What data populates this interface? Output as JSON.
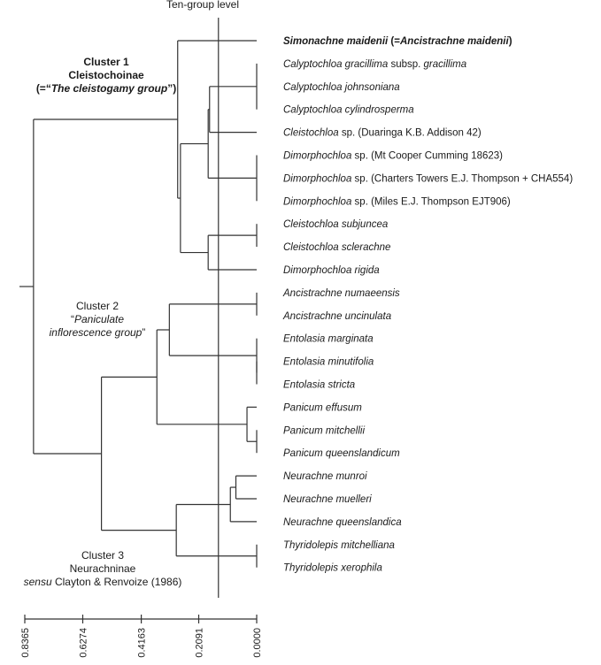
{
  "title": "Ten-group level",
  "clusters": [
    {
      "lines": [
        [
          {
            "text": "Cluster 1",
            "bold": true
          }
        ],
        [
          {
            "text": "Cleistochoinae",
            "bold": true
          }
        ],
        [
          {
            "text": "(=“",
            "bold": true
          },
          {
            "text": "The cleistogamy group",
            "bold": true,
            "italic": true
          },
          {
            "text": "”)",
            "bold": true
          }
        ]
      ]
    },
    {
      "lines": [
        [
          {
            "text": "Cluster 2"
          }
        ],
        [
          {
            "text": "“"
          },
          {
            "text": "Paniculate",
            "italic": true
          }
        ],
        [
          {
            "text": "inflorescence group",
            "italic": true
          },
          {
            "text": "”"
          }
        ]
      ]
    },
    {
      "lines": [
        [
          {
            "text": "Cluster 3"
          }
        ],
        [
          {
            "text": "Neurachninae"
          }
        ],
        [
          {
            "text": "sensu",
            "italic": true
          },
          {
            "text": " Clayton & Renvoize (1986)"
          }
        ]
      ]
    }
  ],
  "taxa": [
    [
      {
        "text": "Simonachne maidenii",
        "italic": true,
        "bold": true
      },
      {
        "text": " (=",
        "bold": true
      },
      {
        "text": "Ancistrachne maidenii",
        "italic": true,
        "bold": true
      },
      {
        "text": ")",
        "bold": true
      }
    ],
    [
      {
        "text": "Calyptochloa gracillima",
        "italic": true
      },
      {
        "text": " subsp. "
      },
      {
        "text": "gracillima",
        "italic": true
      }
    ],
    [
      {
        "text": "Calyptochloa johnsoniana",
        "italic": true
      }
    ],
    [
      {
        "text": "Calyptochloa cylindrosperma",
        "italic": true
      }
    ],
    [
      {
        "text": "Cleistochloa",
        "italic": true
      },
      {
        "text": " sp. (Duaringa K.B. Addison 42)"
      }
    ],
    [
      {
        "text": "Dimorphochloa",
        "italic": true
      },
      {
        "text": " sp. (Mt Cooper Cumming 18623)"
      }
    ],
    [
      {
        "text": "Dimorphochloa",
        "italic": true
      },
      {
        "text": " sp. (Charters Towers E.J. Thompson + CHA554)"
      }
    ],
    [
      {
        "text": "Dimorphochloa",
        "italic": true
      },
      {
        "text": " sp. (Miles E.J. Thompson EJT906)"
      }
    ],
    [
      {
        "text": "Cleistochloa subjuncea",
        "italic": true
      }
    ],
    [
      {
        "text": "Cleistochloa sclerachne",
        "italic": true
      }
    ],
    [
      {
        "text": "Dimorphochloa rigida",
        "italic": true
      }
    ],
    [
      {
        "text": "Ancistrachne numaeensis",
        "italic": true
      }
    ],
    [
      {
        "text": "Ancistrachne uncinulata",
        "italic": true
      }
    ],
    [
      {
        "text": "Entolasia marginata",
        "italic": true
      }
    ],
    [
      {
        "text": "Entolasia minutifolia",
        "italic": true
      }
    ],
    [
      {
        "text": "Entolasia stricta",
        "italic": true
      }
    ],
    [
      {
        "text": "Panicum effusum",
        "italic": true
      }
    ],
    [
      {
        "text": "Panicum mitchellii",
        "italic": true
      }
    ],
    [
      {
        "text": "Panicum queenslandicum",
        "italic": true
      }
    ],
    [
      {
        "text": "Neurachne munroi",
        "italic": true
      }
    ],
    [
      {
        "text": "Neurachne muelleri",
        "italic": true
      }
    ],
    [
      {
        "text": "Neurachne queenslandica",
        "italic": true
      }
    ],
    [
      {
        "text": "Thyridolepis mitchelliana",
        "italic": true
      }
    ],
    [
      {
        "text": "Thyridolepis xerophila",
        "italic": true
      }
    ]
  ],
  "axis": {
    "ticks": [
      "0.8365",
      "0.6274",
      "0.4163",
      "0.2091",
      "0.0000"
    ],
    "values": [
      0.8365,
      0.6274,
      0.4163,
      0.2091,
      0.0
    ]
  },
  "dendrogram": {
    "reference_line_value": 0.138,
    "tree": {
      "height": 0.805,
      "children": [
        {
          "height": 0.285,
          "children": [
            {
              "leaf": 0
            },
            {
              "height": 0.275,
              "children": [
                {
                  "height": 0.175,
                  "children": [
                    {
                      "height": 0.17,
                      "children": [
                        {
                          "height": 0.0,
                          "children": [
                            {
                              "leaf": 1
                            },
                            {
                              "leaf": 2
                            },
                            {
                              "leaf": 3
                            }
                          ]
                        },
                        {
                          "leaf": 4
                        }
                      ]
                    },
                    {
                      "height": 0.0,
                      "children": [
                        {
                          "leaf": 5
                        },
                        {
                          "leaf": 6
                        },
                        {
                          "leaf": 7
                        }
                      ]
                    }
                  ]
                },
                {
                  "height": 0.175,
                  "children": [
                    {
                      "height": 0.0,
                      "children": [
                        {
                          "leaf": 8
                        },
                        {
                          "leaf": 9
                        }
                      ]
                    },
                    {
                      "leaf": 10
                    }
                  ]
                }
              ]
            }
          ]
        },
        {
          "height": 0.56,
          "children": [
            {
              "height": 0.36,
              "children": [
                {
                  "height": 0.315,
                  "children": [
                    {
                      "height": 0.0,
                      "children": [
                        {
                          "leaf": 11
                        },
                        {
                          "leaf": 12
                        }
                      ]
                    },
                    {
                      "height": 0.0,
                      "children": [
                        {
                          "leaf": 13
                        },
                        {
                          "height": 0.0,
                          "children": [
                            {
                              "leaf": 14
                            },
                            {
                              "leaf": 15
                            }
                          ]
                        }
                      ]
                    }
                  ]
                },
                {
                  "height": 0.035,
                  "children": [
                    {
                      "leaf": 16
                    },
                    {
                      "height": 0.0,
                      "children": [
                        {
                          "leaf": 17
                        },
                        {
                          "leaf": 18
                        }
                      ]
                    }
                  ]
                }
              ]
            },
            {
              "height": 0.29,
              "children": [
                {
                  "height": 0.095,
                  "children": [
                    {
                      "height": 0.075,
                      "children": [
                        {
                          "leaf": 19
                        },
                        {
                          "leaf": 20
                        }
                      ]
                    },
                    {
                      "leaf": 21
                    }
                  ]
                },
                {
                  "height": 0.0,
                  "children": [
                    {
                      "leaf": 22
                    },
                    {
                      "leaf": 23
                    }
                  ]
                }
              ]
            }
          ]
        }
      ]
    }
  }
}
